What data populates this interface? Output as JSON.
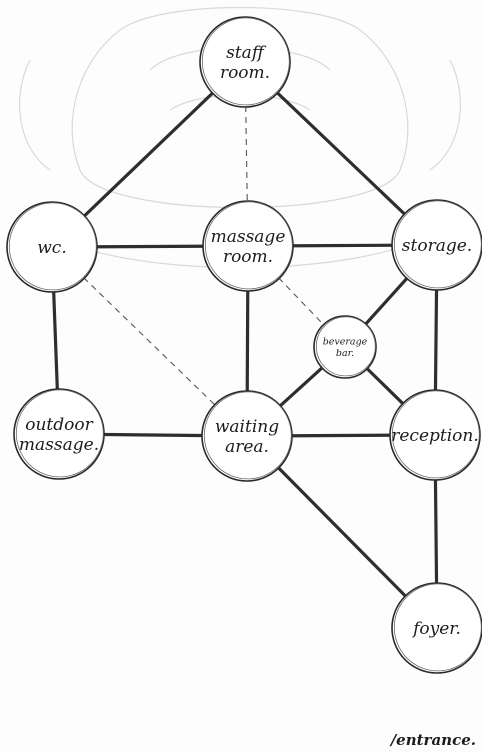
{
  "diagram": {
    "nodes": [
      {
        "id": "staff",
        "lines": [
          "staff",
          "room."
        ],
        "size": "large"
      },
      {
        "id": "wc",
        "lines": [
          "wc."
        ],
        "size": "large"
      },
      {
        "id": "massage",
        "lines": [
          "massage",
          "room."
        ],
        "size": "large"
      },
      {
        "id": "storage",
        "lines": [
          "storage."
        ],
        "size": "large"
      },
      {
        "id": "beverage",
        "lines": [
          "beverage",
          "bar."
        ],
        "size": "small"
      },
      {
        "id": "outdoor",
        "lines": [
          "outdoor",
          "massage."
        ],
        "size": "large"
      },
      {
        "id": "waiting",
        "lines": [
          "waiting",
          "area."
        ],
        "size": "large"
      },
      {
        "id": "reception",
        "lines": [
          "reception."
        ],
        "size": "large"
      },
      {
        "id": "foyer",
        "lines": [
          "foyer."
        ],
        "size": "large"
      }
    ],
    "edges": [
      {
        "from": "staff",
        "to": "wc",
        "style": "solid"
      },
      {
        "from": "staff",
        "to": "storage",
        "style": "solid"
      },
      {
        "from": "staff",
        "to": "massage",
        "style": "dashed"
      },
      {
        "from": "wc",
        "to": "massage",
        "style": "solid"
      },
      {
        "from": "massage",
        "to": "storage",
        "style": "solid"
      },
      {
        "from": "wc",
        "to": "outdoor",
        "style": "solid"
      },
      {
        "from": "wc",
        "to": "waiting",
        "style": "dashed"
      },
      {
        "from": "massage",
        "to": "waiting",
        "style": "solid"
      },
      {
        "from": "massage",
        "to": "beverage",
        "style": "dashed"
      },
      {
        "from": "storage",
        "to": "beverage",
        "style": "solid"
      },
      {
        "from": "storage",
        "to": "reception",
        "style": "solid"
      },
      {
        "from": "beverage",
        "to": "waiting",
        "style": "solid"
      },
      {
        "from": "beverage",
        "to": "reception",
        "style": "solid"
      },
      {
        "from": "outdoor",
        "to": "waiting",
        "style": "solid"
      },
      {
        "from": "waiting",
        "to": "reception",
        "style": "solid"
      },
      {
        "from": "waiting",
        "to": "foyer",
        "style": "solid"
      },
      {
        "from": "reception",
        "to": "foyer",
        "style": "solid"
      }
    ],
    "entrance_label": "/entrance.",
    "entrance_from": "foyer"
  }
}
